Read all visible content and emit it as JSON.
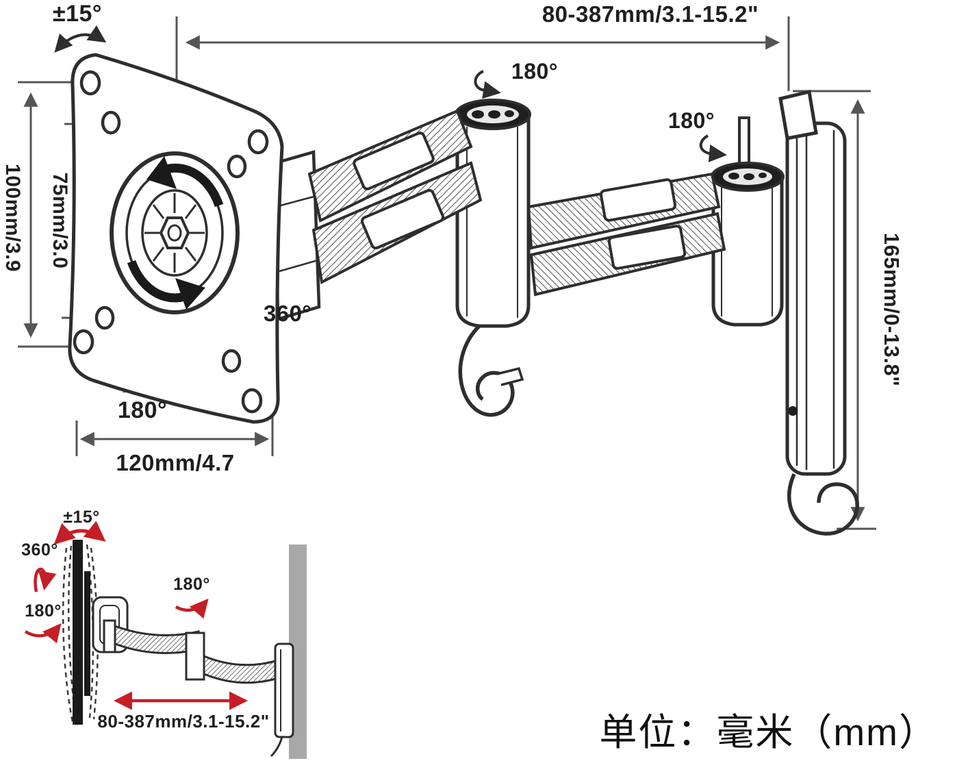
{
  "main_view": {
    "tilt_label": "±15°",
    "extension_label": "80-387mm/3.1-15.2\"",
    "joint1_rotation_label": "180°",
    "joint2_rotation_label": "180°",
    "hub_rotation_label": "360°",
    "plate_rotation_label": "180°",
    "plate_width_label": "120mm/4.7",
    "vesa_outer_label": "100mm/3.9",
    "vesa_inner_label": "75mm/3.0",
    "wall_height_label": "165mm/0-13.8\""
  },
  "inset_view": {
    "tilt_label": "±15°",
    "swivel_label": "360°",
    "monitor_rotation_label": "180°",
    "arm_rotation_label": "180°",
    "extension_label": "80-387mm/3.1-15.2\""
  },
  "footer": {
    "unit_label": "单位：毫米（mm）"
  },
  "colors": {
    "line": "#2e2e2e",
    "dimension": "#555555",
    "accent_red": "#c41f26",
    "wall_gray": "#a8a8a8"
  }
}
